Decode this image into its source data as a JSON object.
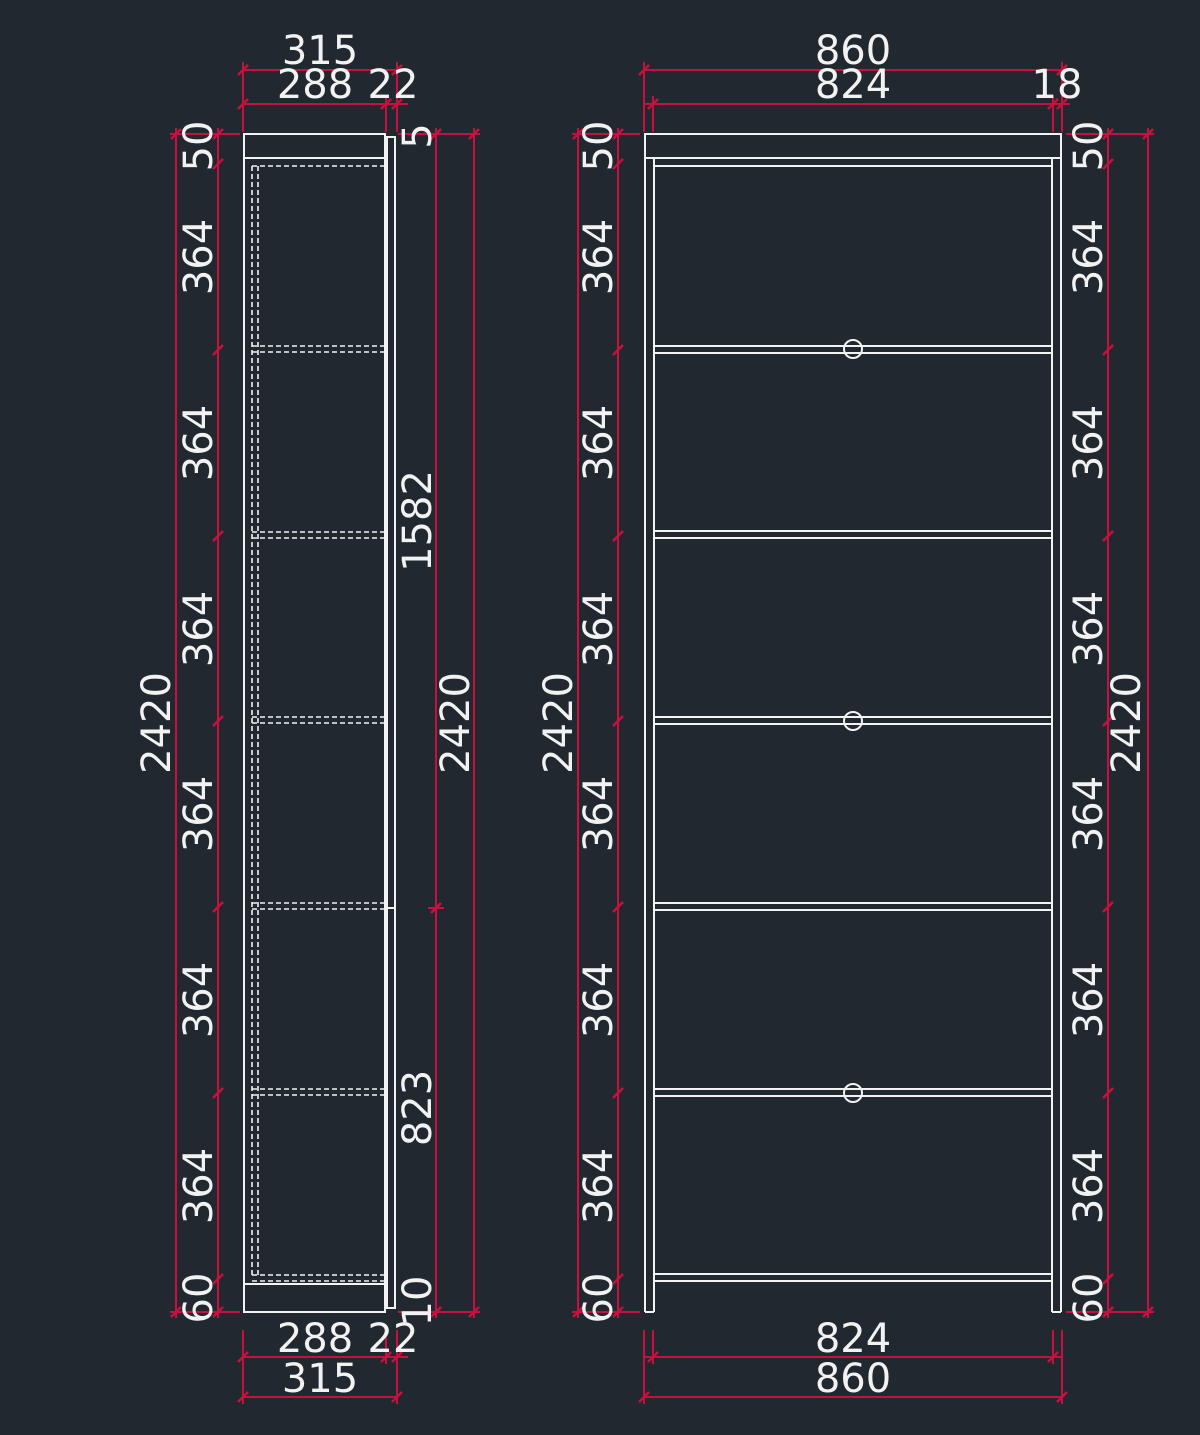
{
  "colors": {
    "background": "#212830",
    "dimension": "#c8103e",
    "object": "#f2f2f2"
  },
  "side_view": {
    "top_overall": "315",
    "top_depth": "288",
    "top_back": "22",
    "bottom_depth": "288",
    "bottom_back": "22",
    "bottom_overall": "315",
    "left_segments": [
      "50",
      "364",
      "364",
      "364",
      "364",
      "364",
      "364",
      "60"
    ],
    "left_overall": "2420",
    "right_top_gap": "5",
    "right_upper": "1582",
    "right_lower": "823",
    "right_bottom_gap": "10",
    "right_overall": "2420"
  },
  "front_view": {
    "top_overall": "860",
    "top_inner": "824",
    "top_side": "18",
    "bottom_inner": "824",
    "bottom_overall": "860",
    "left_segments": [
      "50",
      "364",
      "364",
      "364",
      "364",
      "364",
      "364",
      "60"
    ],
    "left_overall": "2420",
    "right_segments": [
      "50",
      "364",
      "364",
      "364",
      "364",
      "364",
      "364",
      "60"
    ],
    "right_overall": "2420"
  }
}
